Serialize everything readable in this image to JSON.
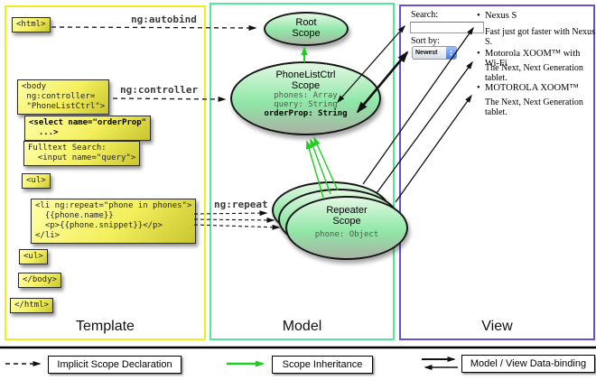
{
  "sections": {
    "template": {
      "label": "Template"
    },
    "model": {
      "label": "Model"
    },
    "view": {
      "label": "View"
    }
  },
  "directives": {
    "autobind": "ng:autobind",
    "controller": "ng:controller",
    "repeat": "ng:repeat"
  },
  "template_code": {
    "html_open": "<html>",
    "body_open": "<body\n ng:controller=\n \"PhoneListCtrl\">",
    "select": "<select name=\"orderProp\"\n  ...>",
    "fulltext": "Fulltext Search:\n  <input name=\"query\">",
    "ul_open": "<ul>",
    "li_repeat": "<li ng:repeat=\"phone in phones\">\n  {{phone.name}}\n  <p>{{phone.snippet}}</p>\n</li>",
    "ul_close": "<ul>",
    "body_close": "</body>",
    "html_close": "</html>"
  },
  "model": {
    "root_scope": {
      "title": "Root\nScope"
    },
    "phonelist_scope": {
      "title": "PhoneListCtrl\nScope",
      "props": [
        "phones: Array",
        "query: String",
        "orderProp: String"
      ]
    },
    "repeater_scope": {
      "title": "Repeater\nScope",
      "props": [
        "phone: Object"
      ]
    }
  },
  "view": {
    "search_label": "Search:",
    "search_value": "",
    "sort_label": "Sort by:",
    "sort_value": "Newest",
    "items": [
      {
        "title": "Nexus S",
        "desc": "Fast just got faster with Nexus S."
      },
      {
        "title": "Motorola XOOM™ with Wi-Fi",
        "desc": "The Next, Next Generation tablet."
      },
      {
        "title": "MOTOROLA XOOM™",
        "desc": "The Next, Next Generation tablet."
      }
    ]
  },
  "legend": {
    "implicit": "Implicit Scope Declaration",
    "inheritance": "Scope Inheritance",
    "databinding": "Model / View Data-binding"
  },
  "colors": {
    "template_border": "#f0ee20",
    "model_border": "#55e69c",
    "view_border": "#6a4fd6",
    "code_box_yellow": "#f3ef5d",
    "scope_green": "#90e7a8",
    "inheritance_arrow_green": "#22cc22",
    "arrow_black": "#111111"
  }
}
